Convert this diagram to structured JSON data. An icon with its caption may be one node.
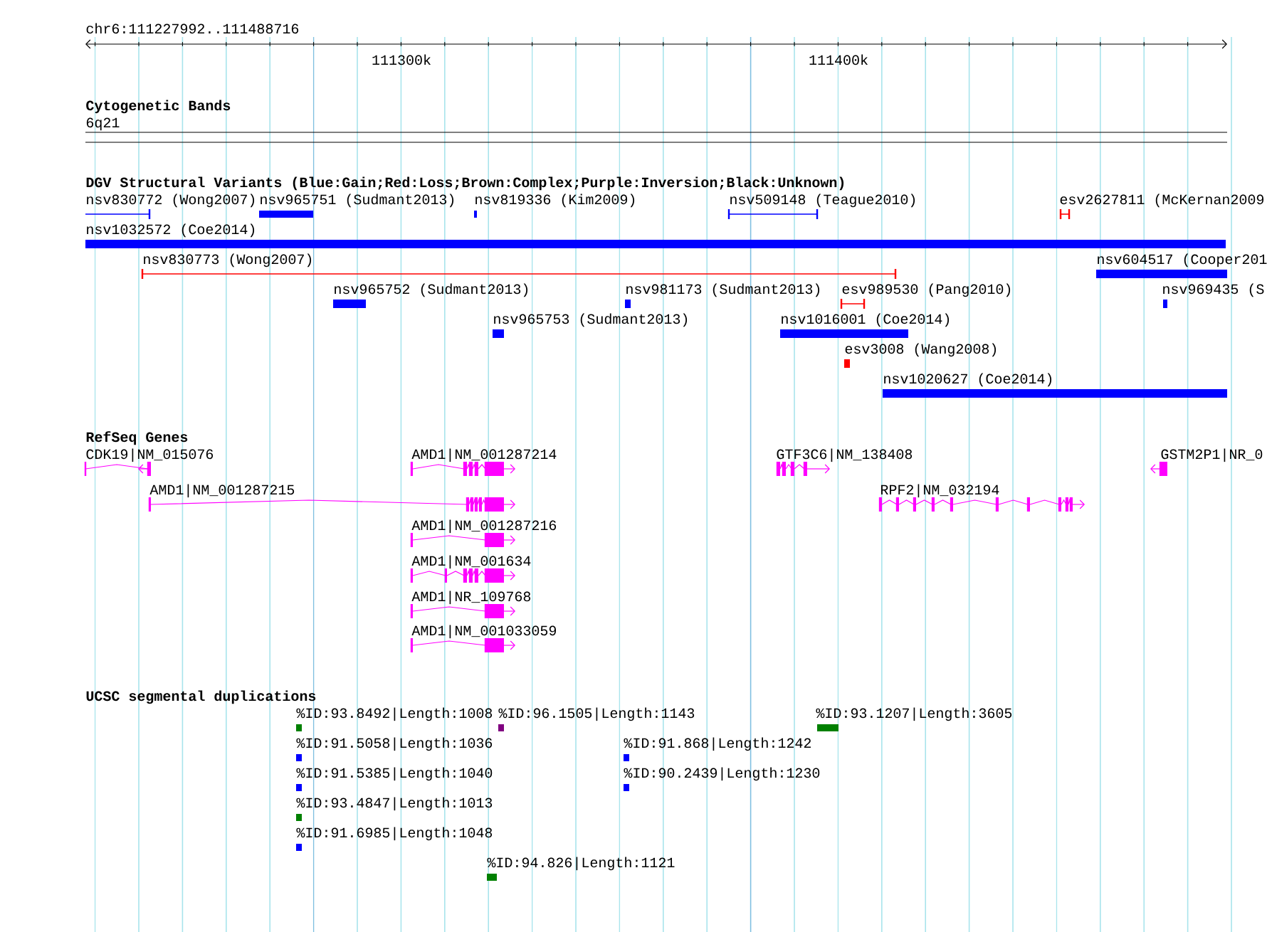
{
  "diagram": {
    "nodes": [
      {
        "text": [
          "nsv830772 (Wong2007)"
        ]
      },
      {
        "text": [
          "nsv965751 (Sudmant2013)"
        ]
      },
      {
        "text": [
          "nsv819336 (Kim2009)"
        ]
      },
      {
        "text": [
          "nsv509148 (Teague2010)"
        ]
      },
      {
        "text": [
          "esv2627811 (McKernan2009"
        ]
      },
      {
        "text": [
          "nsv1032572 (Coe2014)"
        ]
      },
      {
        "text": [
          "nsv830773 (Wong2007)"
        ]
      },
      {
        "text": [
          "nsv604517 (Cooper201"
        ]
      },
      {
        "text": [
          "nsv965752 (Sudmant2013)"
        ]
      },
      {
        "text": [
          "nsv981173 (Sudmant2013)"
        ]
      },
      {
        "text": [
          "esv989530 (Pang2010)"
        ]
      },
      {
        "text": [
          "nsv969435 (S"
        ]
      },
      {
        "text": [
          "nsv965753 (Sudmant2013)"
        ]
      },
      {
        "text": [
          "nsv1016001 (Coe2014)"
        ]
      },
      {
        "text": [
          "esv3008 (Wang2008)"
        ]
      },
      {
        "text": [
          "nsv1020627 (Coe2014)"
        ]
      },
      {
        "text": [
          "CDK19|NM_015076"
        ]
      },
      {
        "text": [
          "AMD1|NM_001287214"
        ]
      },
      {
        "text": [
          "GTF3C6|NM_138408"
        ]
      },
      {
        "text": [
          "GSTM2P1|NR_0"
        ]
      },
      {
        "text": [
          "AMD1|NM_001287215"
        ]
      },
      {
        "text": [
          "RPF2|NM_032194"
        ]
      },
      {
        "text": [
          "AMD1|NM_001287216"
        ]
      },
      {
        "text": [
          "AMD1|NM_001634"
        ]
      },
      {
        "text": [
          "AMD1|NR_109768"
        ]
      },
      {
        "text": [
          "AMD1|NM_001033059"
        ]
      },
      {
        "text": [
          "%ID:93.8492|Length:1008"
        ]
      },
      {
        "text": [
          "%ID:96.1505|Length:1143"
        ]
      },
      {
        "text": [
          "%ID:93.1207|Length:3605"
        ]
      },
      {
        "text": [
          "%ID:91.5058|Length:1036"
        ]
      },
      {
        "text": [
          "%ID:91.868|Length:1242"
        ]
      },
      {
        "text": [
          "%ID:91.5385|Length:1040"
        ]
      },
      {
        "text": [
          "%ID:90.2439|Length:1230"
        ]
      },
      {
        "text": [
          "%ID:93.4847|Length:1013"
        ]
      },
      {
        "text": [
          "%ID:91.6985|Length:1048"
        ]
      },
      {
        "text": [
          "%ID:94.826|Length:1121"
        ]
      }
    ],
    "labels": [
      "chr6:111227992..111488716",
      "111300k",
      "111400k",
      "Cytogenetic Bands",
      "6q21",
      "DGV Structural Variants (Blue:Gain;Red:Loss;Brown:Complex;Purple:Inversion;Black:Unknown)",
      "RefSeq Genes",
      "UCSC segmental duplications"
    ]
  }
}
